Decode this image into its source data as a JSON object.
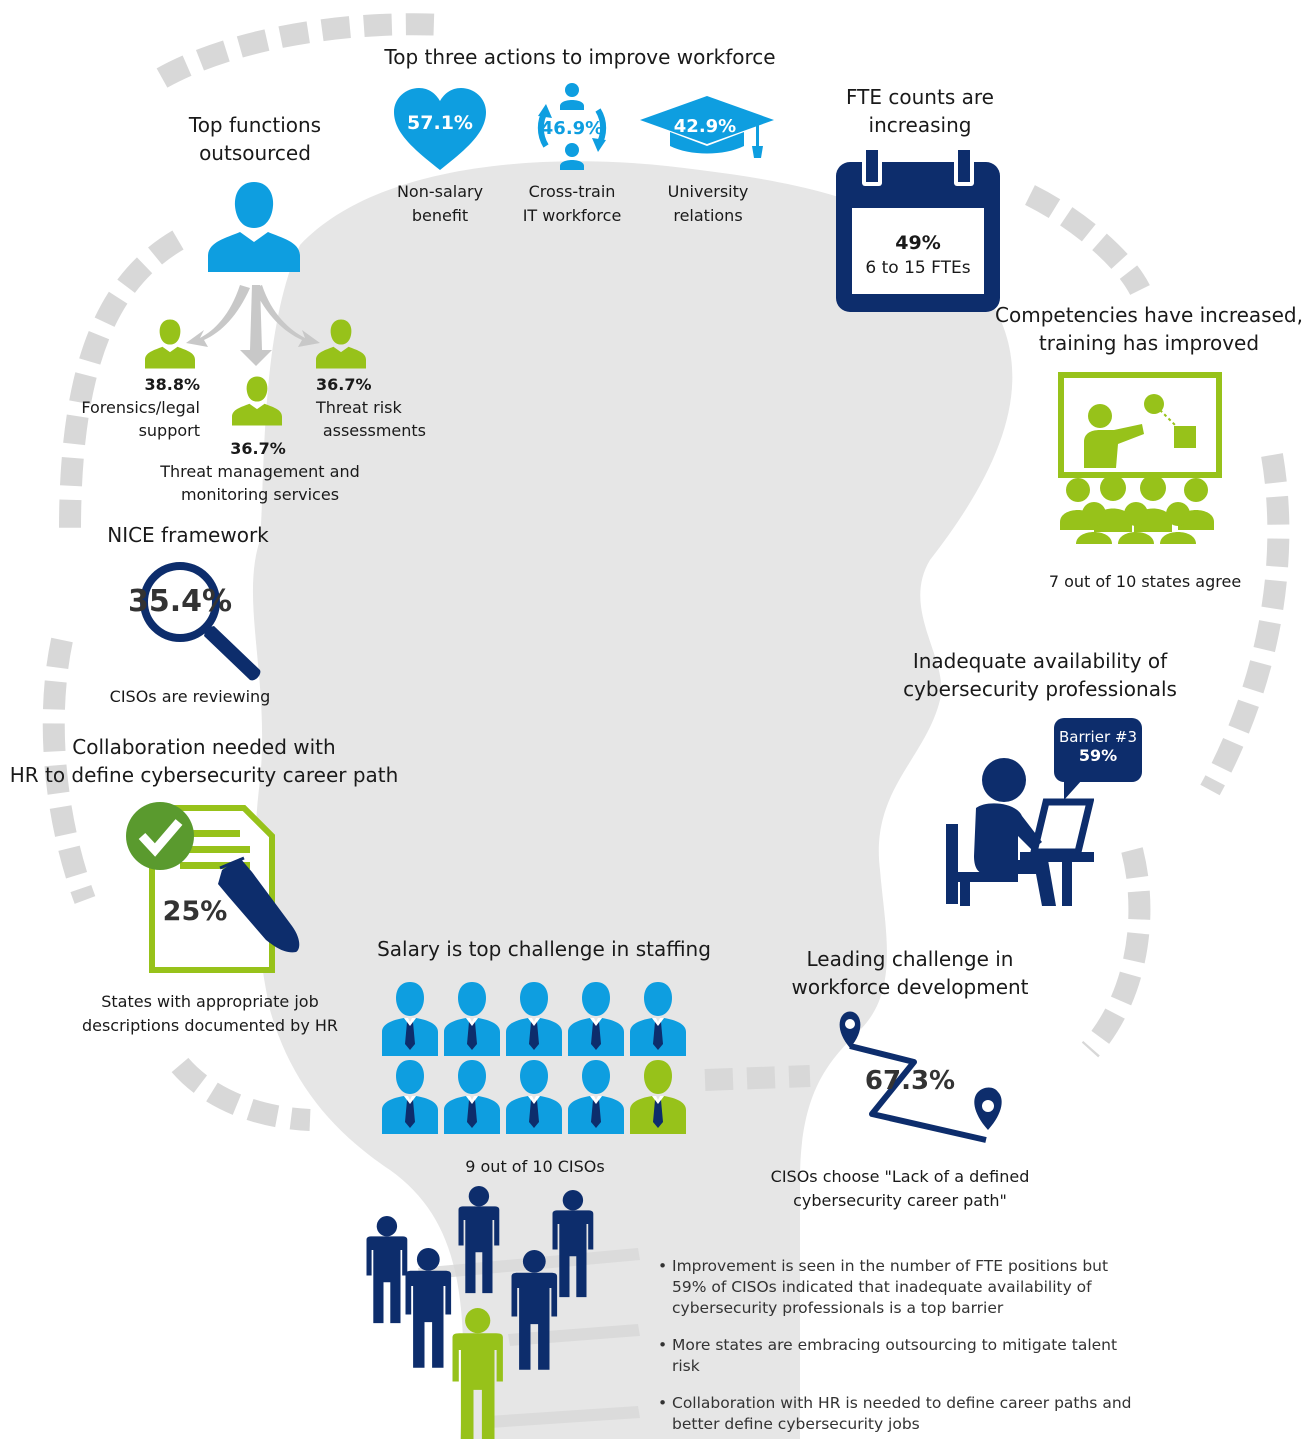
{
  "colors": {
    "navy": "#0d2d6c",
    "cyan": "#0e9ee0",
    "green": "#97c21a",
    "gray": "#e6e6e6",
    "dash": "#d8d8d8",
    "arrow": "#c8c8c8",
    "check": "#5a9a2e"
  },
  "actions": {
    "title": "Top three actions to improve workforce",
    "items": [
      {
        "value": "57.1%",
        "label1": "Non-salary",
        "label2": "benefit",
        "icon": "heart-icon"
      },
      {
        "value": "46.9%",
        "label1": "Cross-train",
        "label2": "IT workforce",
        "icon": "cross-train-icon"
      },
      {
        "value": "42.9%",
        "label1": "University",
        "label2": "relations",
        "icon": "graduation-cap-icon"
      }
    ]
  },
  "outsourced": {
    "title1": "Top functions",
    "title2": "outsourced",
    "items": [
      {
        "value": "38.8%",
        "label1": "Forensics/legal",
        "label2": "support"
      },
      {
        "value": "36.7%",
        "label1": "Threat management and",
        "label2": "monitoring services"
      },
      {
        "value": "36.7%",
        "label1": "Threat risk",
        "label2": "assessments"
      }
    ]
  },
  "fte": {
    "title1": "FTE counts are",
    "title2": "increasing",
    "value": "49%",
    "label": "6 to 15 FTEs"
  },
  "competencies": {
    "title1": "Competencies have increased,",
    "title2": "training has improved",
    "caption": "7 out of 10 states agree"
  },
  "nice": {
    "title": "NICE framework",
    "value": "35.4%",
    "caption": "CISOs are reviewing"
  },
  "availability": {
    "title1": "Inadequate availability of",
    "title2": "cybersecurity professionals",
    "bubble_label": "Barrier #3",
    "bubble_value": "59%"
  },
  "collab": {
    "title1": "Collaboration needed with",
    "title2": "HR to define cybersecurity career path",
    "value": "25%",
    "caption1": "States with appropriate job",
    "caption2": "descriptions documented by HR"
  },
  "salary": {
    "title": "Salary is top challenge in staffing",
    "caption": "9 out of 10 CISOs",
    "highlighted_count": 1,
    "total_count": 10
  },
  "leading": {
    "title1": "Leading challenge in",
    "title2": "workforce development",
    "value": "67.3%",
    "caption1": "CISOs choose \"Lack of a defined",
    "caption2": "cybersecurity career path\""
  },
  "notes": [
    "Improvement is seen in the number of FTE positions but 59% of CISOs indicated that inadequate availability of cybersecurity professionals is a top barrier",
    "More states are embracing outsourcing to mitigate talent risk",
    "Collaboration with HR is needed to define career paths and better define cybersecurity jobs"
  ]
}
